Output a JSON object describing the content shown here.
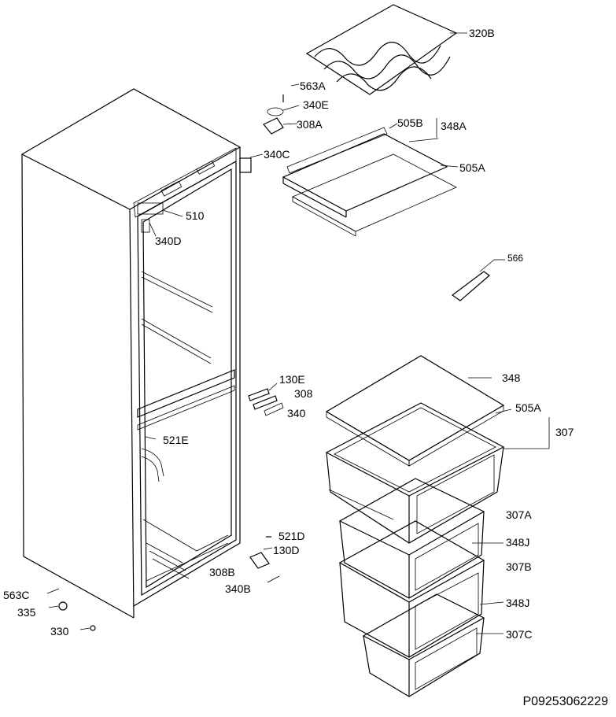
{
  "labels": {
    "l320B": "320B",
    "l563A": "563A",
    "l340E": "340E",
    "l308A": "308A",
    "l505B": "505B",
    "l348A": "348A",
    "l340C": "340C",
    "l505A_top": "505A",
    "l510": "510",
    "l340D": "340D",
    "l566": "566",
    "l130E": "130E",
    "l308": "308",
    "l340": "340",
    "l348": "348",
    "l505A_mid": "505A",
    "l307": "307",
    "l521E": "521E",
    "l307A": "307A",
    "l348J_1": "348J",
    "l521D": "521D",
    "l130D": "130D",
    "l308B": "308B",
    "l307B": "307B",
    "l340B": "340B",
    "l563C": "563C",
    "l335": "335",
    "l348J_2": "348J",
    "l330": "330",
    "l307C": "307C"
  },
  "drawing_code": "P09253062229"
}
